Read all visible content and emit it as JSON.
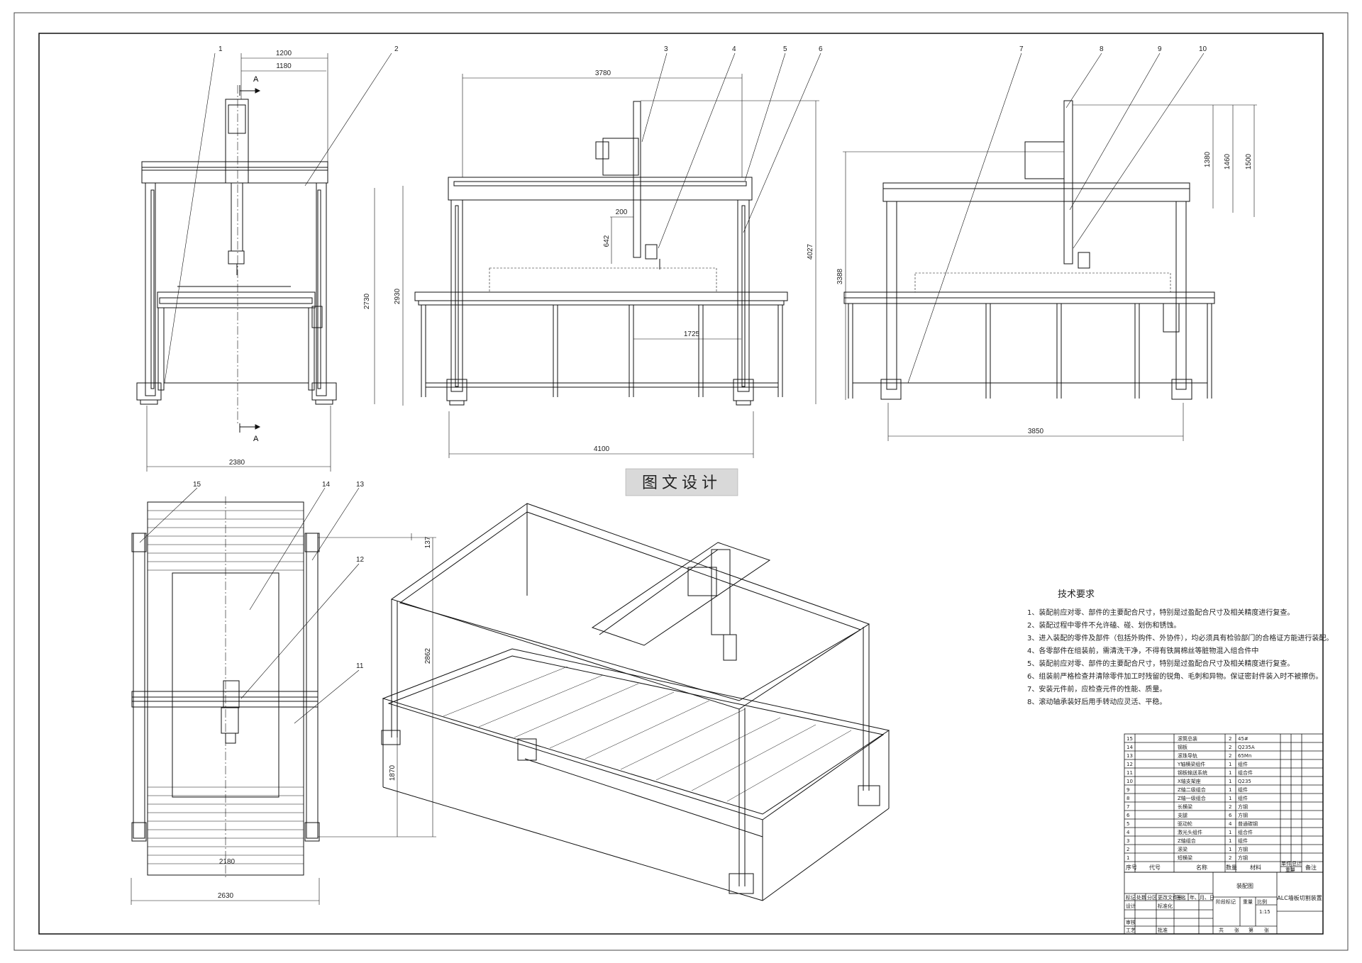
{
  "watermark": "图文设计",
  "section_marks": {
    "top": "A",
    "bottom": "A"
  },
  "front_view": {
    "dims": {
      "width_top": "1200",
      "width_inner": "1180",
      "height_a": "2730",
      "height_b": "2930",
      "width_base": "2380"
    }
  },
  "side_view": {
    "dims": {
      "width_top": "3780",
      "offset": "200",
      "drop": "642",
      "inner": "1725",
      "height": "4027",
      "width_base": "4100"
    }
  },
  "right_view": {
    "dims": {
      "h1": "1380",
      "h2": "1460",
      "h3": "1500",
      "height": "3388",
      "width_base": "3850"
    }
  },
  "plan_view": {
    "dims": {
      "edge": "137",
      "length": "2862",
      "partial": "1870",
      "inner": "2180",
      "width": "2630"
    }
  },
  "balloons": [
    "1",
    "2",
    "3",
    "4",
    "5",
    "6",
    "7",
    "8",
    "9",
    "10",
    "11",
    "12",
    "13",
    "14",
    "15"
  ],
  "requirements": {
    "title": "技术要求",
    "items": [
      "1、装配前应对零、部件的主要配合尺寸，特别是过盈配合尺寸及相关精度进行复查。",
      "2、装配过程中零件不允许磕、碰、划伤和锈蚀。",
      "3、进入装配的零件及部件（包括外购件、外协件），均必须具有检验部门的合格证方能进行装配。",
      "4、各零部件在组装前，需清洗干净，不得有铁屑棉丝等脏物混入组合件中",
      "5、装配前应对零、部件的主要配合尺寸，特别是过盈配合尺寸及相关精度进行复查。",
      "6、组装前严格检查并清除零件加工时残留的锐角、毛刺和异物。保证密封件装入时不被擦伤。",
      "7、安装元件前，应检查元件的性能、质量。",
      "8、滚动轴承装好后用手转动应灵活、平稳。"
    ]
  },
  "bom": {
    "headers": {
      "no": "序号",
      "code": "代号",
      "name": "名称",
      "qty": "数量",
      "material": "材料",
      "unit_weight": "单件",
      "total_weight": "总计",
      "weight": "重量",
      "remark": "备注"
    },
    "rows": [
      {
        "no": "15",
        "name": "滚筒总装",
        "qty": "2",
        "material": "45#"
      },
      {
        "no": "14",
        "name": "钢板",
        "qty": "2",
        "material": "Q235A"
      },
      {
        "no": "13",
        "name": "滚珠导轨",
        "qty": "2",
        "material": "65Mn"
      },
      {
        "no": "12",
        "name": "Y轴横梁组件",
        "qty": "1",
        "material": "组件"
      },
      {
        "no": "11",
        "name": "钢板输送系统",
        "qty": "1",
        "material": "组合件"
      },
      {
        "no": "10",
        "name": "X轴支架座",
        "qty": "1",
        "material": "Q235"
      },
      {
        "no": "9",
        "name": "Z轴二级组合",
        "qty": "1",
        "material": "组件"
      },
      {
        "no": "8",
        "name": "Z轴一级组合",
        "qty": "1",
        "material": "组件"
      },
      {
        "no": "7",
        "name": "长横梁",
        "qty": "2",
        "material": "方钢"
      },
      {
        "no": "6",
        "name": "支腿",
        "qty": "6",
        "material": "方钢"
      },
      {
        "no": "5",
        "name": "驱动轮",
        "qty": "4",
        "material": "普通碳钢"
      },
      {
        "no": "4",
        "name": "激光头组件",
        "qty": "1",
        "material": "组合件"
      },
      {
        "no": "3",
        "name": "Z轴组合",
        "qty": "1",
        "material": "组件"
      },
      {
        "no": "2",
        "name": "滚梁",
        "qty": "1",
        "material": "方钢"
      },
      {
        "no": "1",
        "name": "短横梁",
        "qty": "2",
        "material": "方钢"
      }
    ]
  },
  "title_block": {
    "drawing_title": "装配图",
    "product_name": "ALC墙板切割装置",
    "scale_label": "比例",
    "scale_value": "1:15",
    "weight_label": "重量",
    "stage_label": "阶段标记",
    "labels": {
      "mark": "标记",
      "count": "处数",
      "zone": "分区",
      "change_doc": "更改文件号",
      "sign": "签名",
      "date": "年、月、日",
      "design": "设计",
      "standard": "标准化",
      "review": "审核",
      "process": "工艺",
      "approve": "批准",
      "total": "共",
      "sheet": "张",
      "page": "第",
      "page_unit": "张"
    }
  }
}
